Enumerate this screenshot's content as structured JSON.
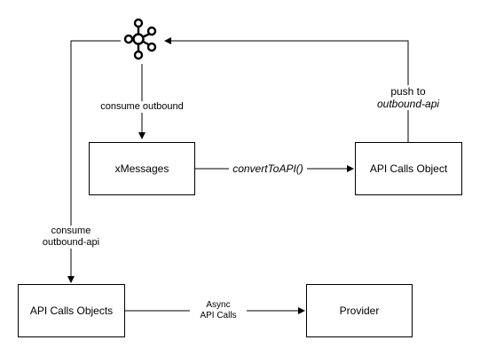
{
  "nodes": {
    "xmessages": "xMessages",
    "api_calls_object": "API Calls Object",
    "api_calls_objects": "API Calls Objects",
    "provider": "Provider"
  },
  "edges": {
    "consume_outbound": "consume outbound",
    "convert_to_api": "convertToAPI()",
    "push_to_line1": "push to",
    "push_to_line2": "outbound-api",
    "consume_outbound_api_line1": "consume",
    "consume_outbound_api_line2": "outbound-api",
    "async_line1": "Async",
    "async_line2": "API Calls"
  },
  "icons": {
    "broker": "kafka-logo-icon"
  },
  "colors": {
    "stroke": "#000000",
    "background": "#ffffff"
  }
}
